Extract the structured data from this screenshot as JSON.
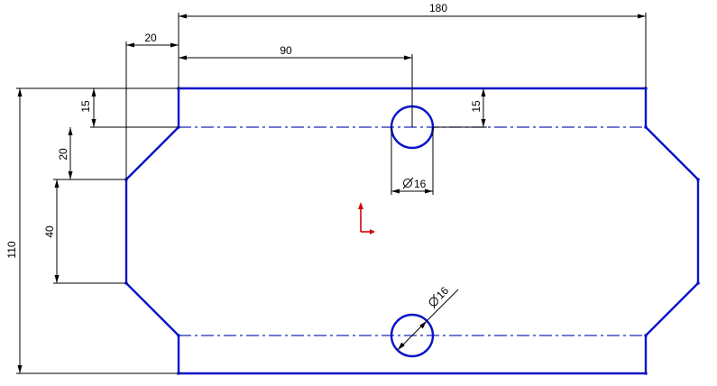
{
  "colors": {
    "outline": "#0a14c8",
    "centerline": "#1c28b8",
    "dimension": "#000000",
    "origin": "#d00000",
    "background": "#ffffff"
  },
  "dimensions": {
    "overall_width": "180",
    "hole_offset_x": "90",
    "chamfer_offset_x": "20",
    "overall_height": "110",
    "top_edge_to_centerline": "15",
    "chamfer_drop": "20",
    "left_side_length": "40",
    "hole_top_offset": "15",
    "hole_top_diameter": "16",
    "hole_bottom_diameter": "16"
  },
  "icons": {
    "origin": "origin-axes-icon",
    "diameter": "diameter-symbol"
  }
}
